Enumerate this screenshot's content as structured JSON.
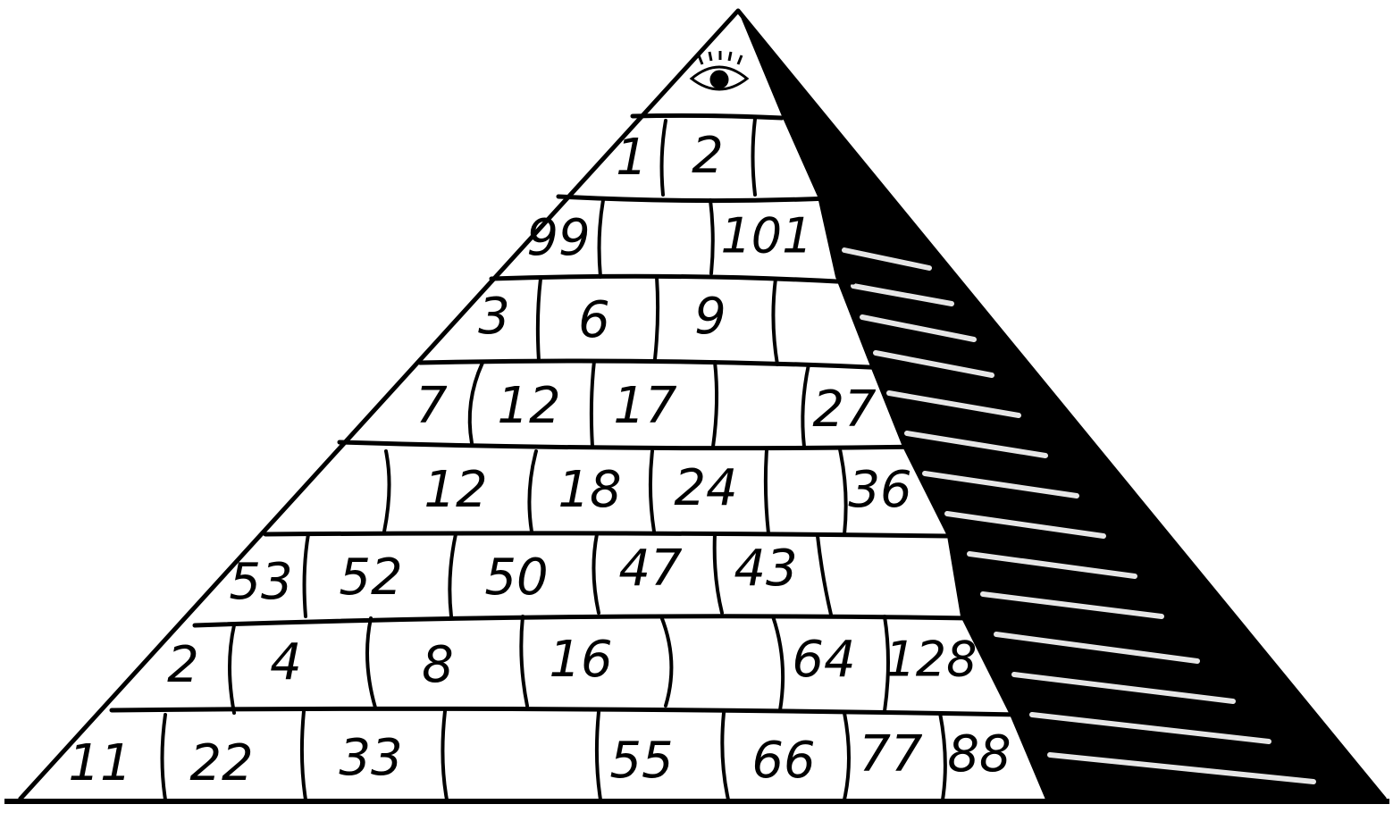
{
  "pyramid": {
    "rows": [
      {
        "id": "row-1",
        "cells": [
          "1",
          "2",
          ""
        ]
      },
      {
        "id": "row-2",
        "cells": [
          "99",
          "",
          "101"
        ]
      },
      {
        "id": "row-3",
        "cells": [
          "3",
          "6",
          "9",
          ""
        ]
      },
      {
        "id": "row-4",
        "cells": [
          "7",
          "12",
          "17",
          "",
          "27"
        ]
      },
      {
        "id": "row-5",
        "cells": [
          "",
          "12",
          "18",
          "24",
          "",
          "36"
        ]
      },
      {
        "id": "row-6",
        "cells": [
          "53",
          "52",
          "50",
          "47",
          "43",
          ""
        ]
      },
      {
        "id": "row-7",
        "cells": [
          "2",
          "4",
          "8",
          "16",
          "",
          "64",
          "128"
        ]
      },
      {
        "id": "row-8",
        "cells": [
          "11",
          "22",
          "33",
          "",
          "55",
          "66",
          "77",
          "88"
        ]
      }
    ]
  },
  "icons": {
    "apex": "all-seeing-eye-icon"
  },
  "colors": {
    "ink": "#000000",
    "paper": "#ffffff"
  }
}
